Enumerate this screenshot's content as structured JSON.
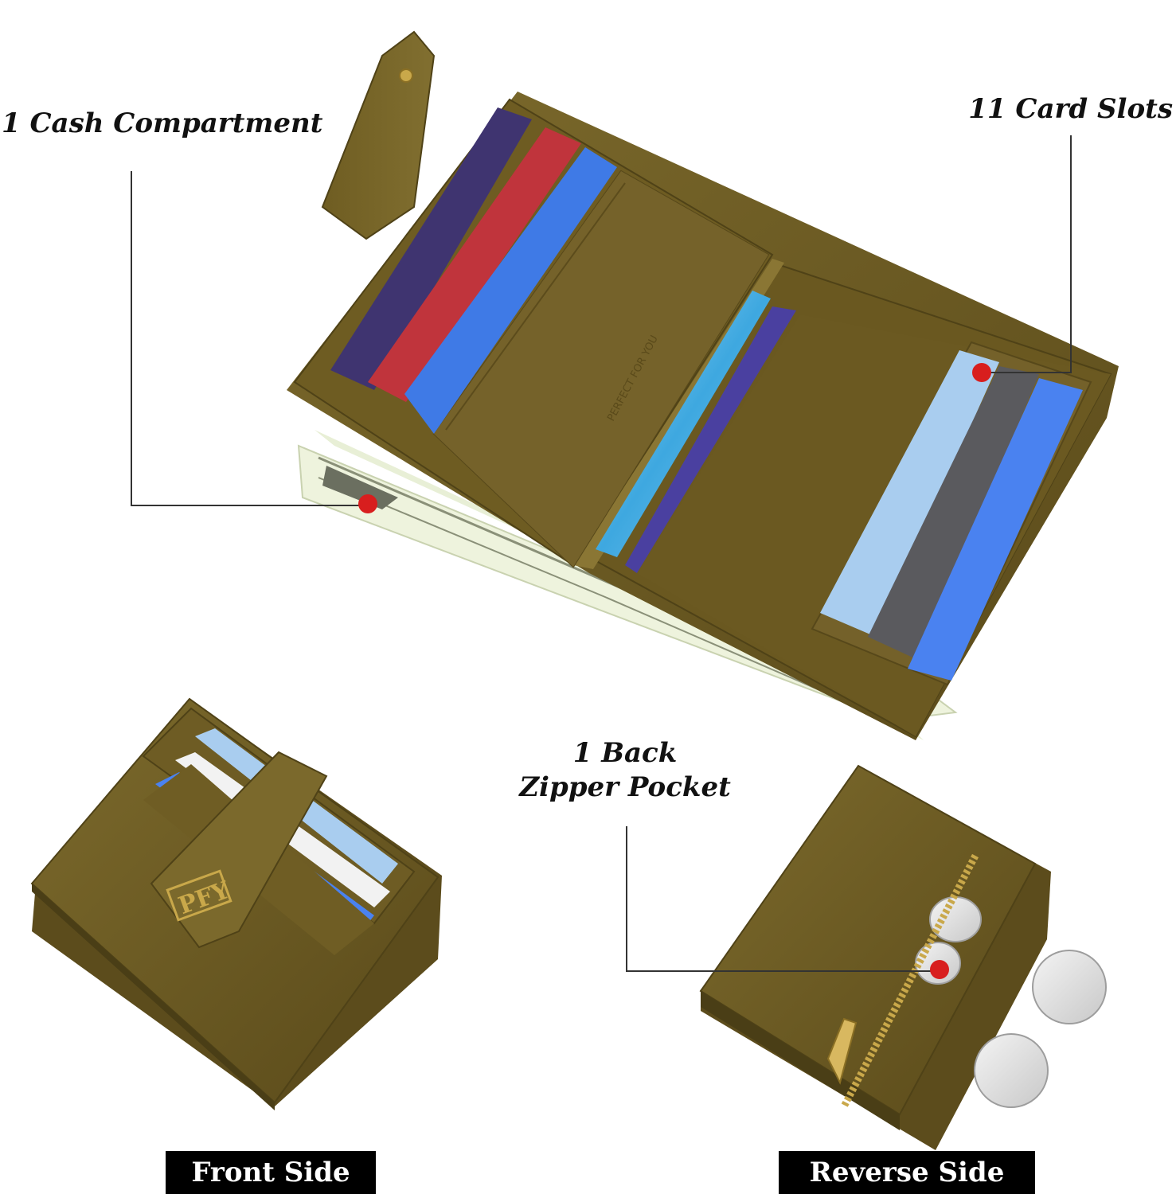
{
  "callouts": {
    "cash": "1 Cash Compartment",
    "cards": "11 Card Slots",
    "zipper_line1": "1 Back",
    "zipper_line2": "Zipper Pocket"
  },
  "labels": {
    "front": "Front Side",
    "reverse": "Reverse Side"
  },
  "product": {
    "logo": "PFY",
    "embossed_text": "PERFECT FOR YOU"
  },
  "colors": {
    "leather": "#6b5a22",
    "leather_dark": "#4f4217",
    "leather_light": "#7c6a2c",
    "card_navy": "#3f3470",
    "card_red": "#c0343c",
    "card_blue": "#3f7ae6",
    "card_light": "#a9cdef",
    "card_gray": "#5a5a5e",
    "marker": "#d81e1e"
  },
  "icons": [
    "marker-dot-icon",
    "zipper-icon",
    "coin-icon"
  ]
}
